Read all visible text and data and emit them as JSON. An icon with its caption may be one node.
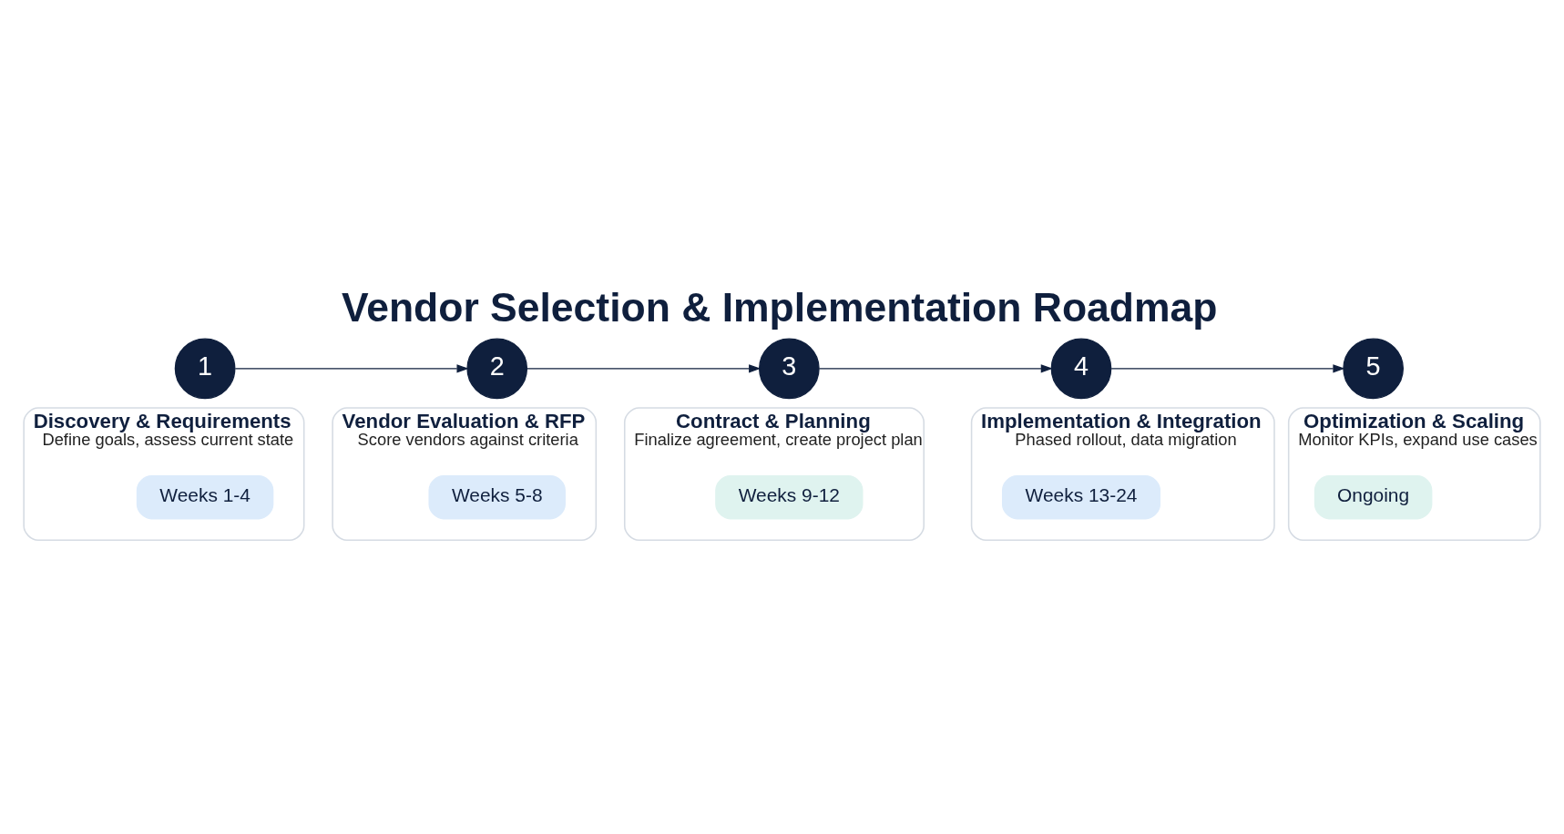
{
  "diagram": {
    "title": "Vendor Selection & Implementation Roadmap",
    "nodes": [
      {
        "text": [
          "1"
        ]
      },
      {
        "text": [
          "2"
        ]
      },
      {
        "text": [
          "3"
        ]
      },
      {
        "text": [
          "4"
        ]
      },
      {
        "text": [
          "5"
        ]
      },
      {
        "text": [
          "Discovery & Requirements",
          "Define goals, assess current state"
        ]
      },
      {
        "text": [
          "Weeks 1-4"
        ],
        "in": 5
      },
      {
        "text": [
          "Vendor Evaluation & RFP",
          "Score vendors against criteria"
        ]
      },
      {
        "text": [
          "Weeks 5-8"
        ],
        "in": 7
      },
      {
        "text": [
          "Contract & Planning",
          "Finalize agreement, create project plan"
        ]
      },
      {
        "text": [
          "Weeks 9-12"
        ],
        "in": 9
      },
      {
        "text": [
          "Implementation & Integration",
          "Phased rollout, data migration"
        ]
      },
      {
        "text": [
          "Weeks 13-24"
        ],
        "in": 11
      },
      {
        "text": [
          "Optimization & Scaling",
          "Monitor KPIs, expand use cases"
        ]
      },
      {
        "text": [
          "Ongoing"
        ],
        "in": 13
      }
    ],
    "edges": [
      {
        "from": 0,
        "to": 1,
        "arrow": "to"
      },
      {
        "from": 1,
        "to": 2,
        "arrow": "to"
      },
      {
        "from": 2,
        "to": 3,
        "arrow": "to"
      },
      {
        "from": 3,
        "to": 4,
        "arrow": "to"
      }
    ]
  }
}
